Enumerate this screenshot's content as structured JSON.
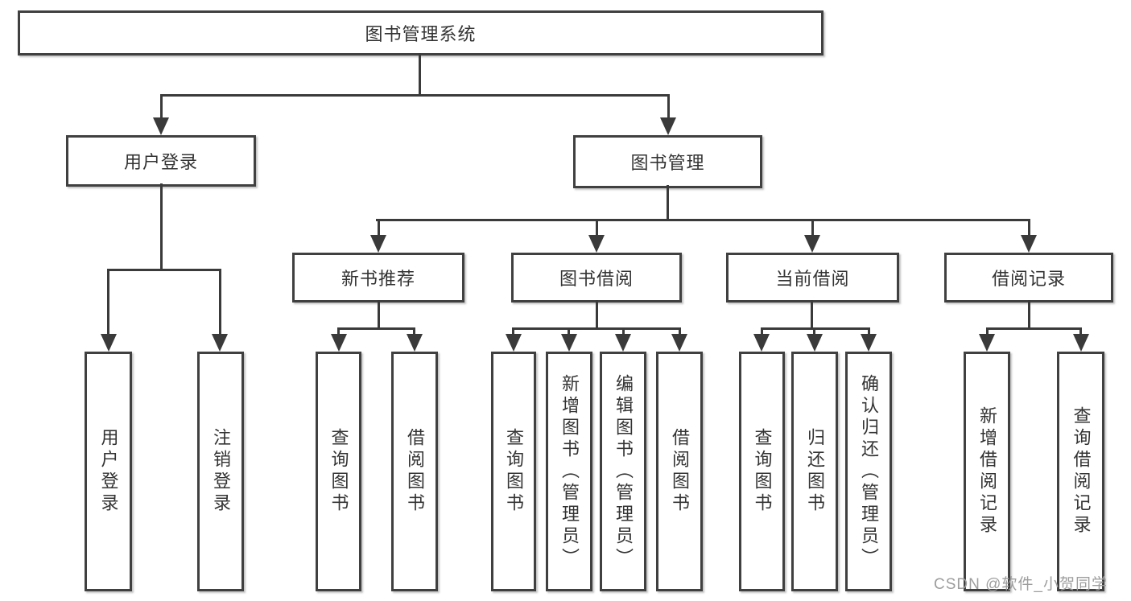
{
  "diagram": {
    "root": "图书管理系统",
    "branches": [
      {
        "label": "用户登录",
        "children": [
          "用户登录",
          "注销登录"
        ]
      },
      {
        "label": "图书管理",
        "groups": [
          {
            "label": "新书推荐",
            "children": [
              "查询图书",
              "借阅图书"
            ]
          },
          {
            "label": "图书借阅",
            "children": [
              "查询图书",
              "新增图书（管理员）",
              "编辑图书（管理员）",
              "借阅图书"
            ]
          },
          {
            "label": "当前借阅",
            "children": [
              "查询图书",
              "归还图书",
              "确认归还（管理员）"
            ]
          },
          {
            "label": "借阅记录",
            "children": [
              "新增借阅记录",
              "查询借阅记录"
            ]
          }
        ]
      }
    ]
  },
  "watermark": {
    "text": "CSDN @软件_小贺同学"
  },
  "colors": {
    "box_border": "#404040",
    "connector": "#3a3a3a",
    "text": "#333333",
    "watermark_text": "#9e9e9e",
    "background": "#ffffff"
  }
}
